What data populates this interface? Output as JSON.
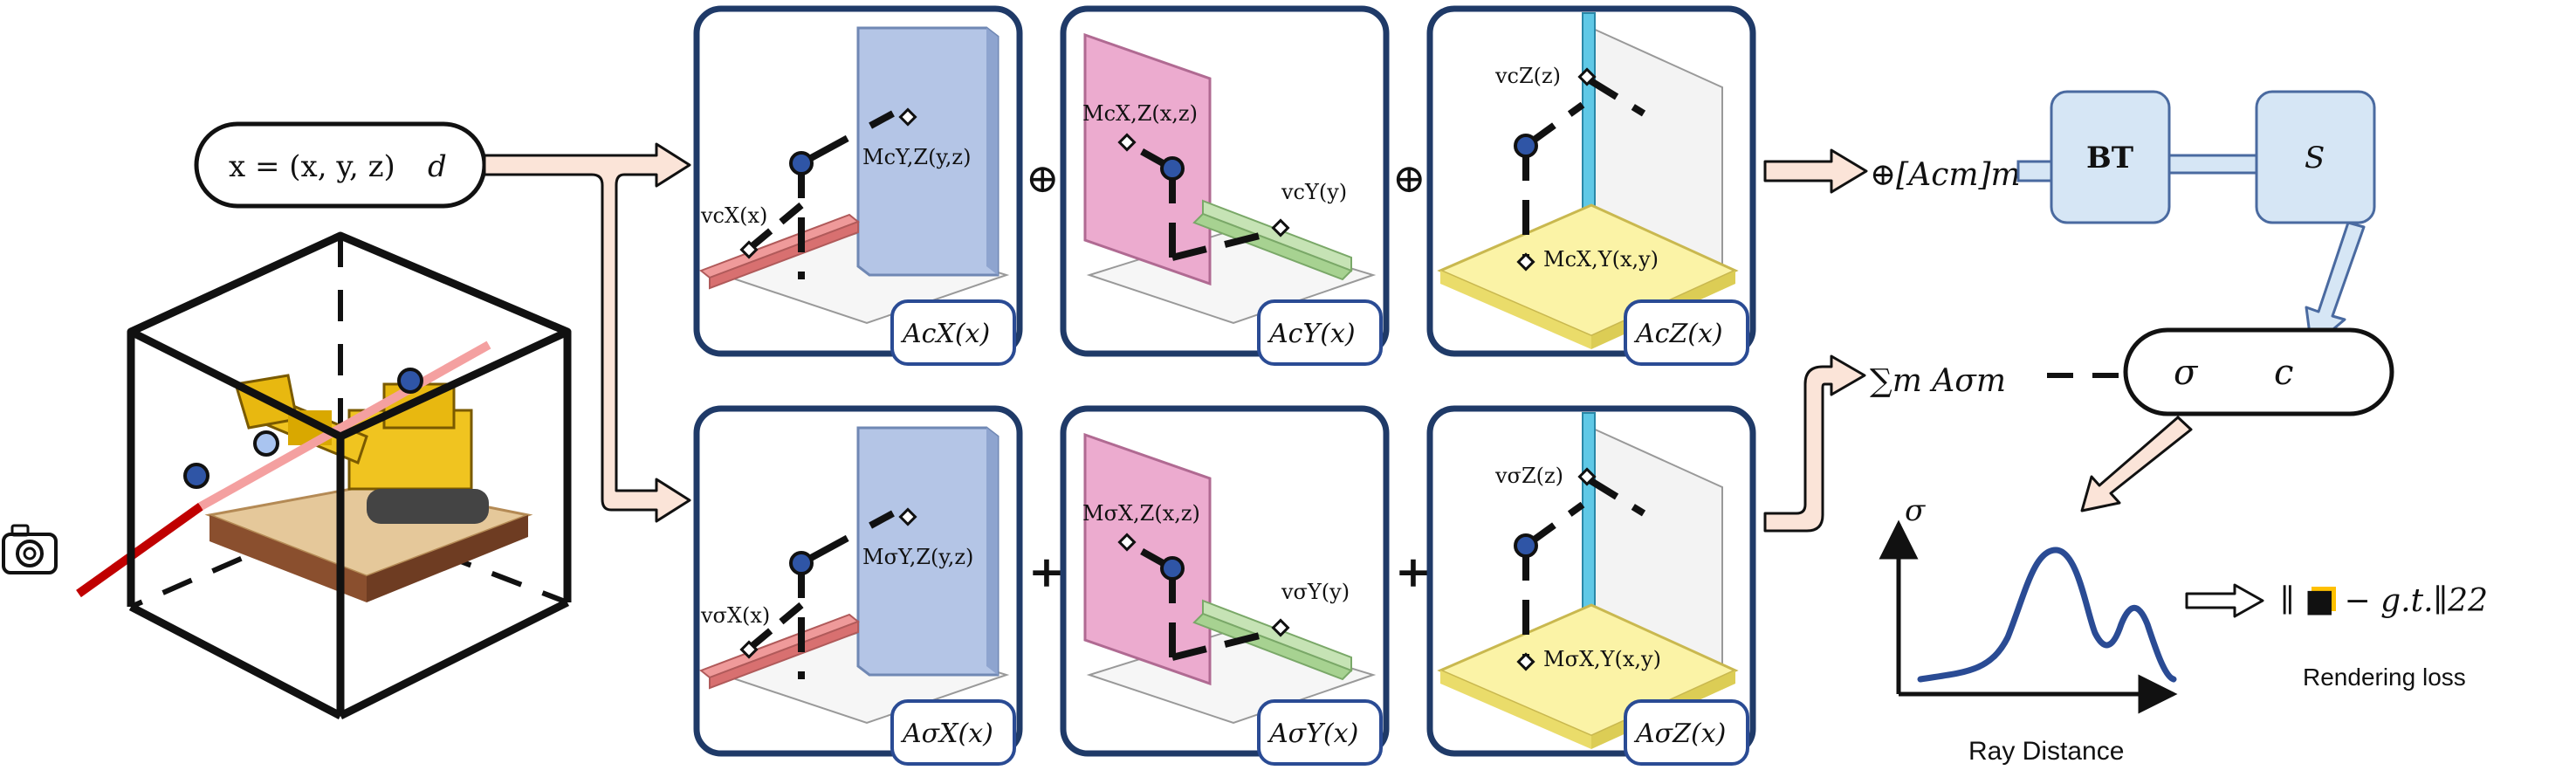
{
  "input": {
    "expr": "x = (x, y, z)",
    "dir": "d"
  },
  "ops": {
    "oplus": "⊕",
    "plus": "+"
  },
  "color_row": {
    "panels": [
      {
        "vec": "vcX(x)",
        "mat": "McY,Z(y,z)",
        "tag": "AcX(x)"
      },
      {
        "vec": "vcY(y)",
        "mat": "McX,Z(x,z)",
        "tag": "AcY(x)"
      },
      {
        "vec": "vcZ(z)",
        "mat": "McX,Y(x,y)",
        "tag": "AcZ(x)"
      }
    ],
    "output": "⊕[Acm]m"
  },
  "density_row": {
    "panels": [
      {
        "vec": "vσX(x)",
        "mat": "MσY,Z(y,z)",
        "tag": "AσX(x)"
      },
      {
        "vec": "vσY(y)",
        "mat": "MσX,Z(x,z)",
        "tag": "AσY(x)"
      },
      {
        "vec": "vσZ(z)",
        "mat": "MσX,Y(x,y)",
        "tag": "AσZ(x)"
      }
    ],
    "output": "∑m Aσm"
  },
  "decoder": {
    "b_label": "BT",
    "s_label": "S"
  },
  "result": {
    "sigma": "σ",
    "c": "c"
  },
  "plot": {
    "ylabel": "σ",
    "xlabel": "Ray Distance"
  },
  "loss": {
    "formula": "∥ ■ − g.t.∥22",
    "caption": "Rendering loss"
  },
  "colors": {
    "panel_border": "#1f3a68",
    "blue_plane": "#b4c5e6",
    "pink_plane": "#ecabcf",
    "yellow_plane": "#fbf3a6",
    "red_bar": "#ef9a9a",
    "green_bar": "#c6e3b5",
    "cyan_bar": "#5fc8e6",
    "dot": "#2f55a6",
    "arrow_fill": "#fbe4d8",
    "decoder_box": "#d6e6f5",
    "curve": "#2a4b94",
    "swatch": "#ffc000"
  }
}
